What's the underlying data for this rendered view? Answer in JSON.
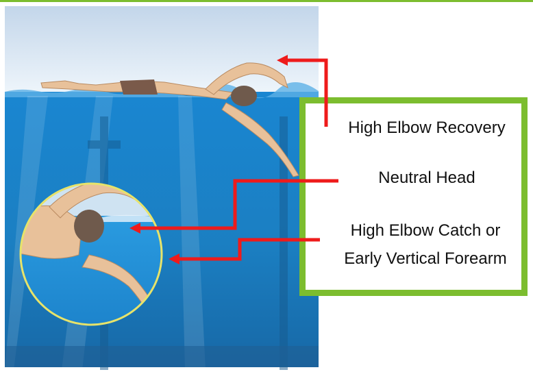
{
  "colors": {
    "frame_green": "#7cbd2f",
    "arrow_red": "#ee1b1b",
    "water_blue": "#1e8ad0",
    "sky_top": "#bcd3e8",
    "skin": "#e9c39b",
    "cap": "#6f5a4c",
    "trunks": "#7a5a4a"
  },
  "labels": {
    "recovery": "High Elbow Recovery",
    "head": "Neutral Head",
    "catch_line1": "High Elbow Catch or",
    "catch_line2": "Early Vertical Forearm"
  },
  "icons": [
    "swimmer-illustration",
    "underwater-inset-circle",
    "arrow-icon"
  ]
}
